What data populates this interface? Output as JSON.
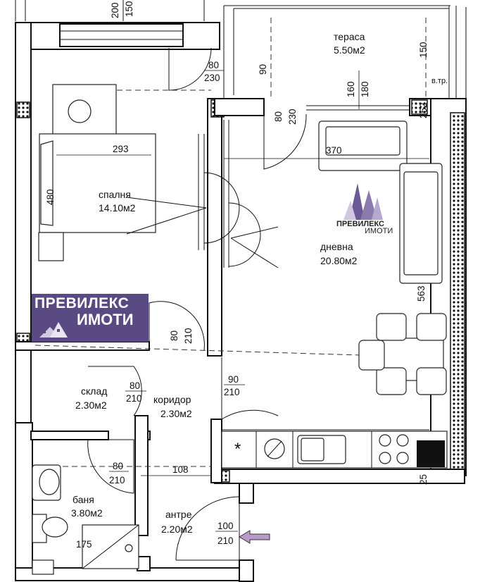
{
  "rooms": {
    "terrace": {
      "name": "тераса",
      "area": "5.50м2"
    },
    "bedroom": {
      "name": "спалня",
      "area": "14.10м2"
    },
    "living": {
      "name": "дневна",
      "area": "20.80м2"
    },
    "storage": {
      "name": "склад",
      "area": "2.30м2"
    },
    "corridor": {
      "name": "коридор",
      "area": "2.30м2"
    },
    "bathroom": {
      "name": "баня",
      "area": "3.80м2"
    },
    "hall": {
      "name": "антре",
      "area": "2.20м2"
    }
  },
  "doors": {
    "d1": {
      "w": "80",
      "h": "230"
    },
    "d2": {
      "w": "80",
      "h": "230"
    },
    "d3": {
      "w": "80",
      "h": "210"
    },
    "d4": {
      "w": "90",
      "h": "210"
    },
    "d5": {
      "w": "80",
      "h": "210"
    },
    "d6": {
      "w": "80",
      "h": "210"
    },
    "d7": {
      "w": "100",
      "h": "210"
    }
  },
  "dimensions": {
    "top_200": "200",
    "top_150": "150",
    "terrace_150": "150",
    "terrace_90": "90",
    "terrace_160": "160",
    "terrace_180": "180",
    "bed_293": "293",
    "bed_480": "480",
    "living_370": "370",
    "living_563": "563",
    "right_252": "252",
    "right_25": "25",
    "bath_108": "108",
    "bath_175": "175"
  },
  "annotations": {
    "vtr": "в.тр."
  },
  "branding": {
    "logo_line1": "ПРЕВИЛЕКС",
    "logo_line2": "ИМОТИ",
    "watermark_line1": "ПРЕВИЛЕКС",
    "watermark_line2": "ИМОТИ"
  },
  "colors": {
    "logo_bg": "#5a4a84",
    "arrow": "#b89ac8",
    "walls": "#111111"
  }
}
